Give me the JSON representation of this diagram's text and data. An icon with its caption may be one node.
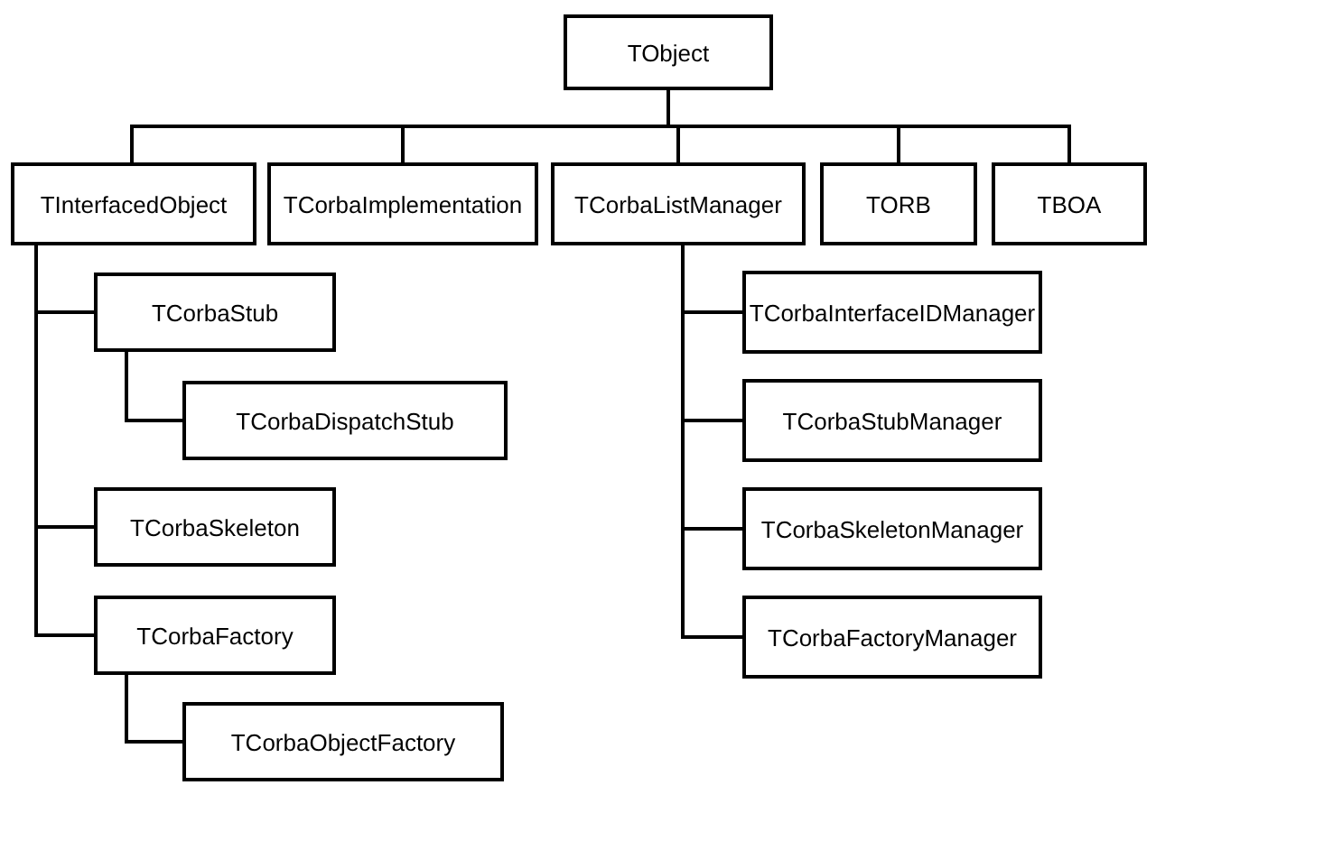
{
  "diagram": {
    "nodes": [
      {
        "text": [
          "TObject"
        ]
      },
      {
        "text": [
          "TInterfacedObject"
        ]
      },
      {
        "text": [
          "TCorbaImplementation"
        ]
      },
      {
        "text": [
          "TCorbaListManager"
        ]
      },
      {
        "text": [
          "TORB"
        ]
      },
      {
        "text": [
          "TBOA"
        ]
      },
      {
        "text": [
          "TCorbaStub"
        ]
      },
      {
        "text": [
          "TCorbaDispatchStub"
        ]
      },
      {
        "text": [
          "TCorbaSkeleton"
        ]
      },
      {
        "text": [
          "TCorbaFactory"
        ]
      },
      {
        "text": [
          "TCorbaObjectFactory"
        ]
      },
      {
        "text": [
          "TCorbaInterfaceIDManager"
        ]
      },
      {
        "text": [
          "TCorbaStubManager"
        ]
      },
      {
        "text": [
          "TCorbaSkeletonManager"
        ]
      },
      {
        "text": [
          "TCorbaFactoryManager"
        ]
      }
    ],
    "edges": [
      {
        "from": 0,
        "to": 1,
        "arrow": "none"
      },
      {
        "from": 0,
        "to": 2,
        "arrow": "none"
      },
      {
        "from": 0,
        "to": 3,
        "arrow": "none"
      },
      {
        "from": 0,
        "to": 4,
        "arrow": "none"
      },
      {
        "from": 0,
        "to": 5,
        "arrow": "none"
      },
      {
        "from": 1,
        "to": 6,
        "arrow": "none"
      },
      {
        "from": 6,
        "to": 7,
        "arrow": "none"
      },
      {
        "from": 1,
        "to": 8,
        "arrow": "none"
      },
      {
        "from": 1,
        "to": 9,
        "arrow": "none"
      },
      {
        "from": 9,
        "to": 10,
        "arrow": "none"
      },
      {
        "from": 3,
        "to": 11,
        "arrow": "none"
      },
      {
        "from": 3,
        "to": 12,
        "arrow": "none"
      },
      {
        "from": 3,
        "to": 13,
        "arrow": "none"
      },
      {
        "from": 3,
        "to": 14,
        "arrow": "none"
      }
    ]
  }
}
